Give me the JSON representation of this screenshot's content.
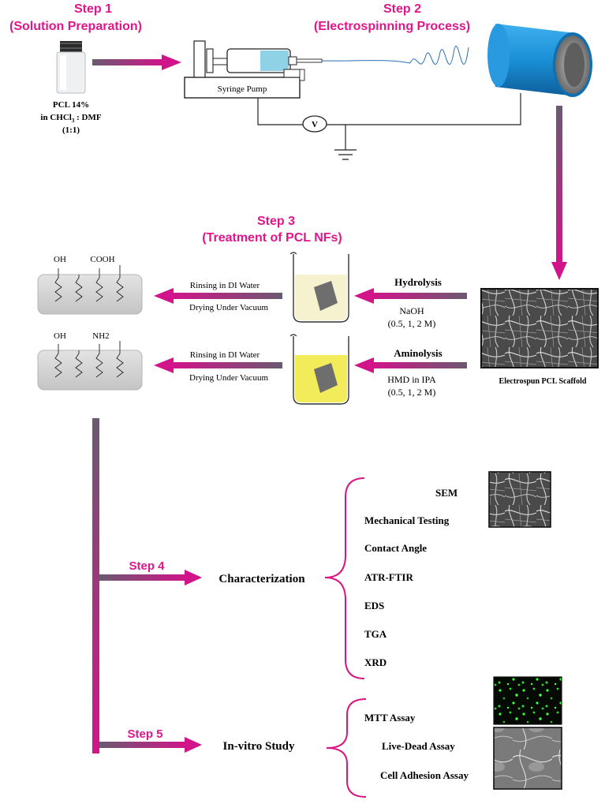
{
  "steps": {
    "step1": {
      "title": "Step 1",
      "subtitle": "(Solution Preparation)"
    },
    "step2": {
      "title": "Step 2",
      "subtitle": "(Electrospinning Process)"
    },
    "step3": {
      "title": "Step 3",
      "subtitle": "(Treatment of PCL NFs)"
    },
    "step4": {
      "title": "Step 4"
    },
    "step5": {
      "title": "Step 5"
    }
  },
  "solution": {
    "line1": "PCL 14%",
    "line2": "in CHCl",
    "line2_sub": "3",
    "line2_tail": " : DMF",
    "line3": "(1:1)"
  },
  "apparatus": {
    "pump_label": "Syringe Pump",
    "voltage_label": "V"
  },
  "scaffold": {
    "label": "Electrospun PCL Scaffold"
  },
  "hydrolysis": {
    "title": "Hydrolysis",
    "reagent": "NaOH",
    "conc": "(0.5, 1, 2 M)"
  },
  "aminolysis": {
    "title": "Aminolysis",
    "reagent": "HMD in IPA",
    "conc": "(0.5, 1, 2 M)"
  },
  "process_labels": {
    "rinse": "Rinsing in DI Water",
    "dry": "Drying Under Vacuum"
  },
  "surface_groups": {
    "hydrolyzed": [
      "OH",
      "COOH"
    ],
    "aminolyzed": [
      "OH",
      "NH2"
    ]
  },
  "characterization": {
    "title": "Characterization",
    "items": [
      "SEM",
      "Mechanical Testing",
      "Contact Angle",
      "ATR-FTIR",
      "EDS",
      "TGA",
      "XRD"
    ]
  },
  "invitro": {
    "title": "In-vitro Study",
    "items": [
      "MTT Assay",
      "Live-Dead Assay",
      "Cell Adhesion Assay"
    ]
  },
  "colors": {
    "accent": "#e0168a",
    "arrow_dark": "#5a4a60",
    "brace": "#d9157f",
    "cylinder": "#1a8fd6"
  }
}
